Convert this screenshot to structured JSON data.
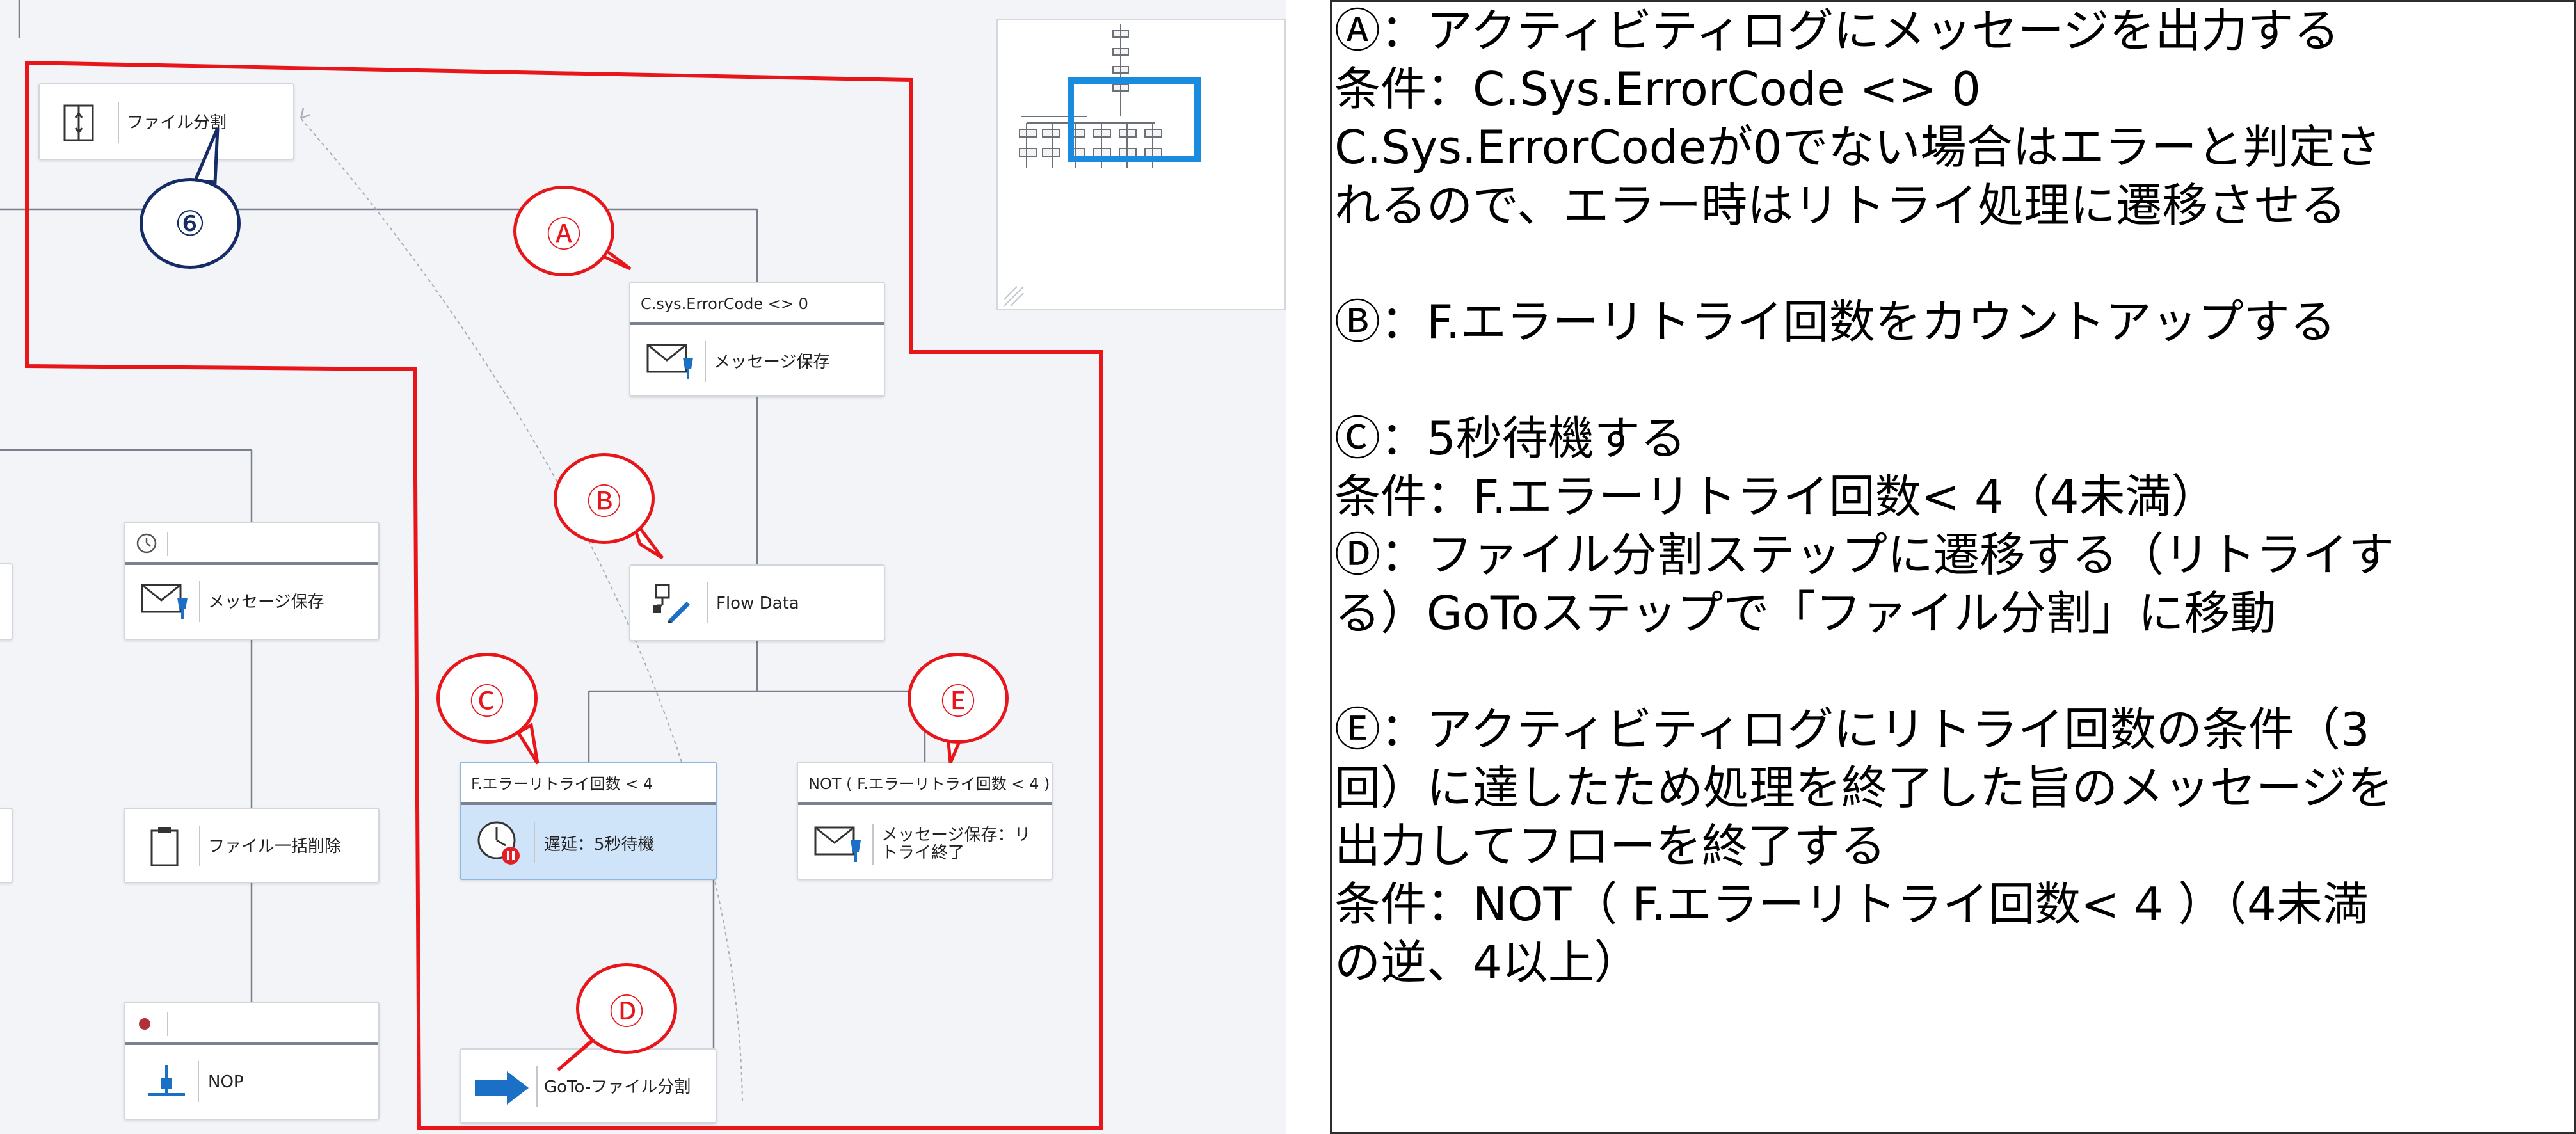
{
  "nodes": {
    "file_split": {
      "label": "ファイル分割"
    },
    "error_branch": {
      "header": "C.sys.ErrorCode <> 0",
      "label": "メッセージ保存"
    },
    "flow_data": {
      "label": "Flow Data"
    },
    "retry_condition": {
      "header": "F.エラーリトライ回数 < 4",
      "label": "遅延：5秒待機"
    },
    "not_condition": {
      "header": "NOT ( F.エラーリトライ回数 < 4 )",
      "label": "メッセージ保存：リトライ終了"
    },
    "goto": {
      "label": "GoTo-ファイル分割"
    },
    "left_message": {
      "label": "メッセージ保存"
    },
    "left_delete": {
      "label": "ファイル一括削除"
    },
    "left_nop": {
      "label": "NOP"
    }
  },
  "markers": {
    "A": "Ⓐ",
    "B": "Ⓑ",
    "C": "Ⓒ",
    "D": "Ⓓ",
    "E": "Ⓔ",
    "six": "⑥"
  },
  "colors": {
    "annotation_red": "#e8161b",
    "annotation_navy": "#152c66",
    "canvas_bg": "#f2f4f7",
    "minimap_highlight": "#1a8ce0",
    "arrow_blue": "#1b6fc4"
  },
  "icons": {
    "file_split": "file-split-icon",
    "message": "envelope-pin-icon",
    "flow_data": "flow-data-icon",
    "delay": "clock-pause-icon",
    "goto": "right-arrow-icon",
    "delete": "clipboard-icon",
    "nop": "nop-icon"
  },
  "notes": {
    "line1": "Ⓐ：アクティビティログにメッセージを出力する",
    "line2": "条件：C.Sys.ErrorCode <> 0",
    "line3": "C.Sys.ErrorCodeが0でない場合はエラーと判定さ",
    "line4": "れるので、エラー時はリトライ処理に遷移させる",
    "line5": "Ⓑ：F.エラーリトライ回数をカウントアップする",
    "line6": "Ⓒ：5秒待機する",
    "line7": "条件：F.エラーリトライ回数< 4（4未満）",
    "line8": "Ⓓ：ファイル分割ステップに遷移する（リトライす",
    "line9": "る）GoToステップで「ファイル分割」に移動",
    "line10": "Ⓔ：アクティビティログにリトライ回数の条件（3",
    "line11": "回）に達したため処理を終了した旨のメッセージを",
    "line12": "出力してフローを終了する",
    "line13": "条件：NOT（ F.エラーリトライ回数< 4 ）（4未満",
    "line14": "の逆、4以上）"
  }
}
